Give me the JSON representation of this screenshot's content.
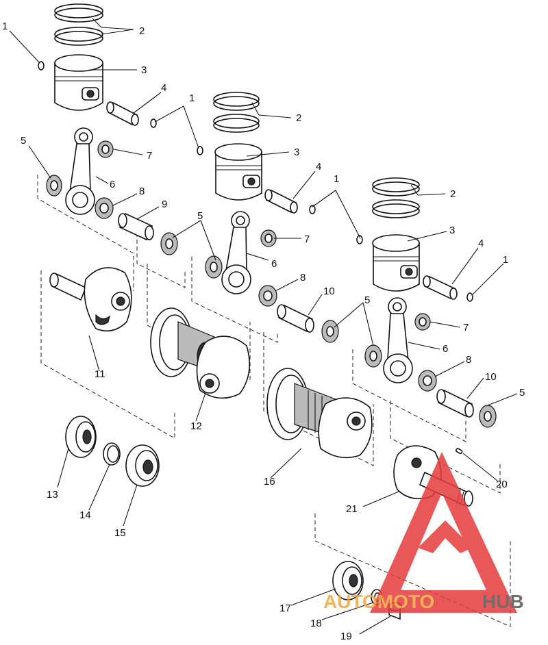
{
  "callout_labels": [
    "1",
    "2",
    "3",
    "4",
    "5",
    "6",
    "7",
    "8",
    "9",
    "10",
    "11",
    "12",
    "13",
    "14",
    "15",
    "16",
    "17",
    "18",
    "19",
    "20",
    "21"
  ],
  "watermark": {
    "word_a": "AUTOMOTO",
    "word_b": "HUB",
    "color_a": "#f5a53a",
    "color_b": "#555555",
    "triangle_color": "#e63c3c"
  }
}
